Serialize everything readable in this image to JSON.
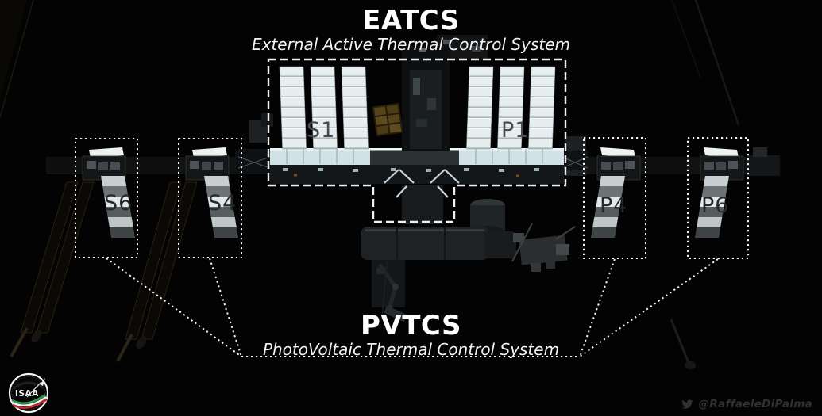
{
  "header": {
    "title": "EATCS",
    "subtitle": "External Active Thermal Control System"
  },
  "footer": {
    "title": "PVTCS",
    "subtitle": "PhotoVoltaic Thermal Control System"
  },
  "truss_labels": {
    "s1": "S1",
    "p1": "P1",
    "s6": "S6",
    "s4": "S4",
    "p4": "P4",
    "p6": "P6"
  },
  "logo": {
    "acronym": "ISAA",
    "icon": "isaa-mission-patch"
  },
  "watermark": {
    "handle": "@RaffaeleDiPalma",
    "icon": "twitter-bird-icon"
  },
  "colors": {
    "background": "#030303",
    "annotation_line": "#f2f2f2",
    "title_text": "#ffffff",
    "inboard_label_gray": "#474c4f",
    "outboard_label_gray": "#26292c",
    "flag_green": "#2f9e4b",
    "flag_white": "#efefef",
    "flag_red": "#c2262e",
    "watermark_gray": "#313131"
  }
}
